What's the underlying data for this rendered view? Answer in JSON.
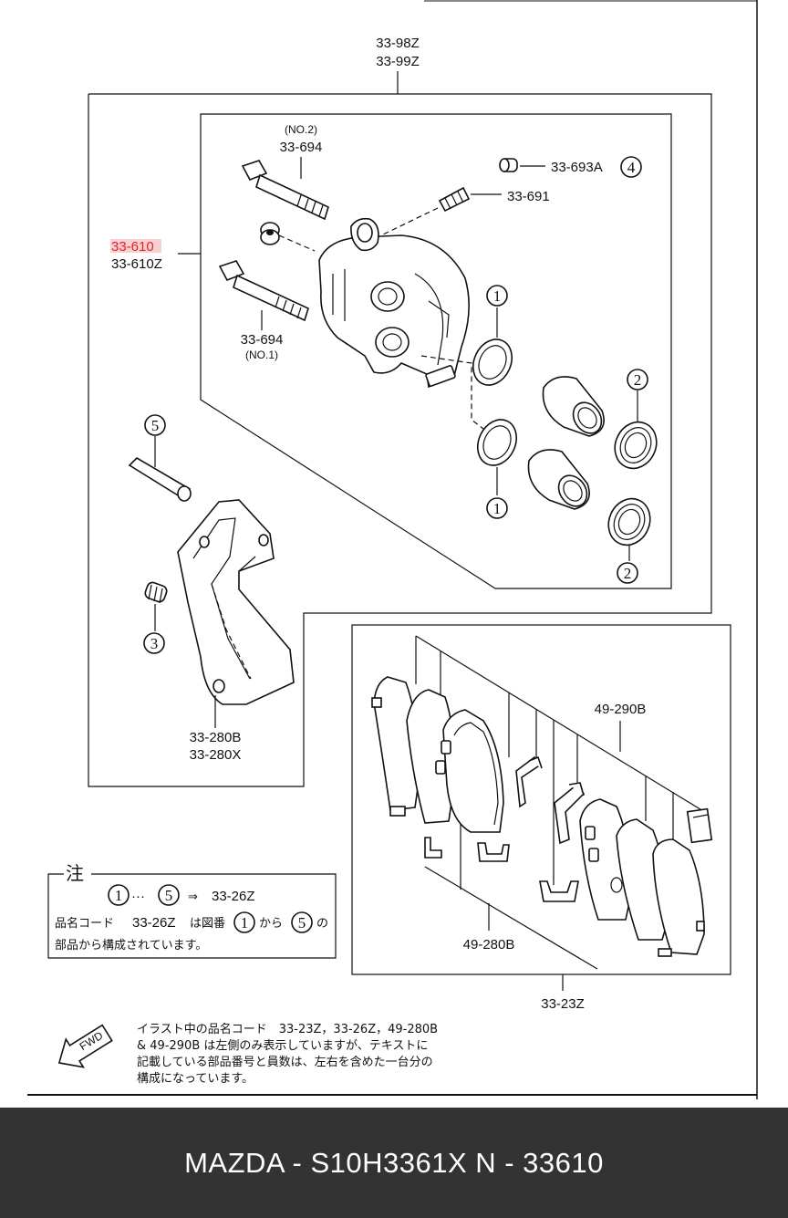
{
  "labels": {
    "assembly_top_1": "33-98Z",
    "assembly_top_2": "33-99Z",
    "bolt_top_note": "(NO.2)",
    "bolt_top": "33-694",
    "bleeder_cap": "33-693A",
    "bleeder_cap_ref": "4",
    "bleeder_screw": "33-691",
    "caliper_highlight": "33-610",
    "caliper": "33-610Z",
    "bolt_bottom": "33-694",
    "bolt_bottom_note": "(NO.1)",
    "seal_ref": "1",
    "boot_ref": "2",
    "pin_ref": "5",
    "pin_boot_ref": "3",
    "bracket_1": "33-280B",
    "bracket_2": "33-280X",
    "shim_kit": "49-290B",
    "pad_kit": "49-280B",
    "pad_set": "33-23Z"
  },
  "note_box": {
    "title": "注",
    "range_start": "1",
    "range_dots": "···",
    "range_end": "5",
    "arrow": "⇒",
    "kit": "33-26Z",
    "line2_a": "品名コード",
    "line2_code": "33-26Z",
    "line2_b": "は図番",
    "line2_from": "1",
    "line2_c": "から",
    "line2_to": "5",
    "line2_d": "の",
    "line3": "部品から構成されています。"
  },
  "fwd_note": {
    "arrow_label": "FWD",
    "line1": "イラスト中の品名コード　33-23Z，33-26Z，49-280B",
    "line2": "& 49-290B は左側のみ表示していますが、テキストに",
    "line3": "記載している部品番号と員数は、左右を含めた一台分の",
    "line4": "構成になっています。"
  },
  "footer": {
    "text": "MAZDA - S10H3361X   N - 33610"
  },
  "colors": {
    "highlight": "#e8202a",
    "footer_bg": "#333333"
  }
}
